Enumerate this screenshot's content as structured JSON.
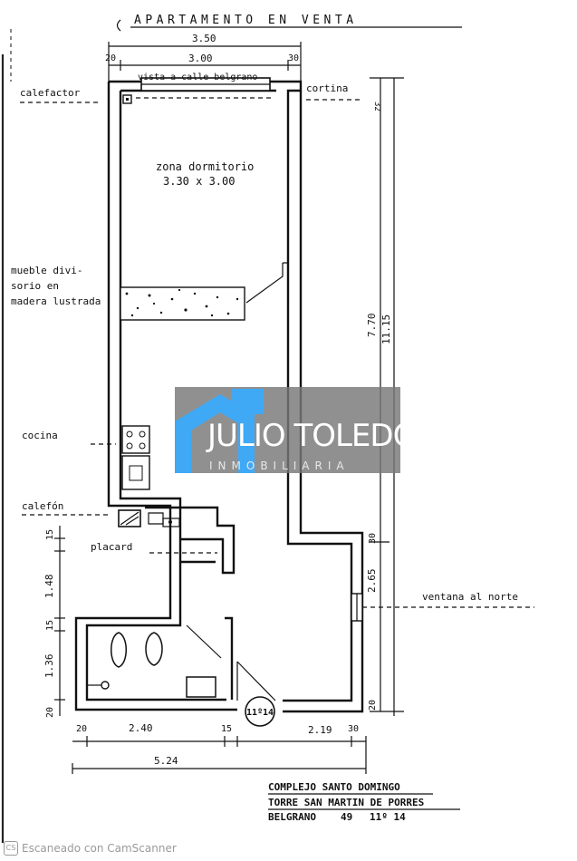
{
  "title": "APARTAMENTO EN VENTA",
  "labels": {
    "vista": "vista a calle belgrano",
    "calefactor": "calefactor",
    "cortina": "cortina",
    "zona": "zona dormitorio",
    "zona_dim": "3.30 x 3.00",
    "mueble_1": "mueble divi-",
    "mueble_2": "sorio en",
    "mueble_3": "madera lustrada",
    "cocina": "cocina",
    "calefon": "calefón",
    "placard": "placard",
    "ventana": "ventana al norte",
    "unit_badge": "11º14"
  },
  "dims": {
    "top_total": "3.50",
    "top_inner": "3.00",
    "top_left": "20",
    "top_right": "30",
    "right_32": "32",
    "right_770": "7.70",
    "right_1115": "11.15",
    "right_30": "30",
    "right_265": "2.65",
    "right_20": "20",
    "left_15a": "15",
    "left_148": "1.48",
    "left_15b": "15",
    "left_136": "1.36",
    "left_20": "20",
    "bot_20": "20",
    "bot_240": "2.40",
    "bot_15": "15",
    "bot_219": "2.19",
    "bot_30": "30",
    "bot_total": "5.24"
  },
  "footer": {
    "line1": "COMPLEJO SANTO DOMINGO",
    "line2": "TORRE SAN MARTIN DE PORRES",
    "line3_a": "BELGRANO",
    "line3_b": "49",
    "line3_c": "11º 14"
  },
  "watermark": {
    "name": "JULIO TOLEDO",
    "sub": "INMOBILIARIA",
    "accent": "#3fa9f5"
  },
  "scan": {
    "logo": "CS",
    "text": "Escaneado con CamScanner"
  }
}
